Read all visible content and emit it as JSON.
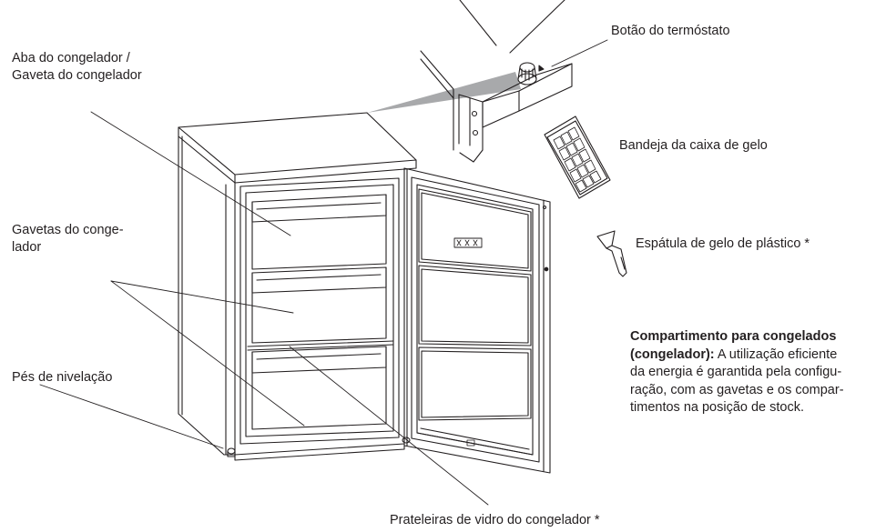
{
  "figure": {
    "labels": {
      "freezer_flap": [
        "Aba do congelador /",
        "Gaveta do congelador"
      ],
      "freezer_drawers": [
        "Gavetas do conge-",
        "lador"
      ],
      "leveling_feet": "Pés de nivelação",
      "thermostat_knob": "Botão do termóstato",
      "ice_tray": "Bandeja da caixa de gelo",
      "ice_scraper": "Espátula de gelo de plástico *",
      "glass_shelves": "Prateleiras de vidro do congelador *"
    },
    "note": {
      "bold_lines": [
        "Compartimento para congelados",
        "(congelador):"
      ],
      "text_first": "A utilização eficiente",
      "lines": [
        "da energia é garantida pela configu-",
        "ração, com as gavetas e os compar-",
        "timentos na posição de stock."
      ]
    }
  },
  "colors": {
    "line": "#231f20",
    "callout": "#a8a9ab",
    "background": "#ffffff"
  }
}
